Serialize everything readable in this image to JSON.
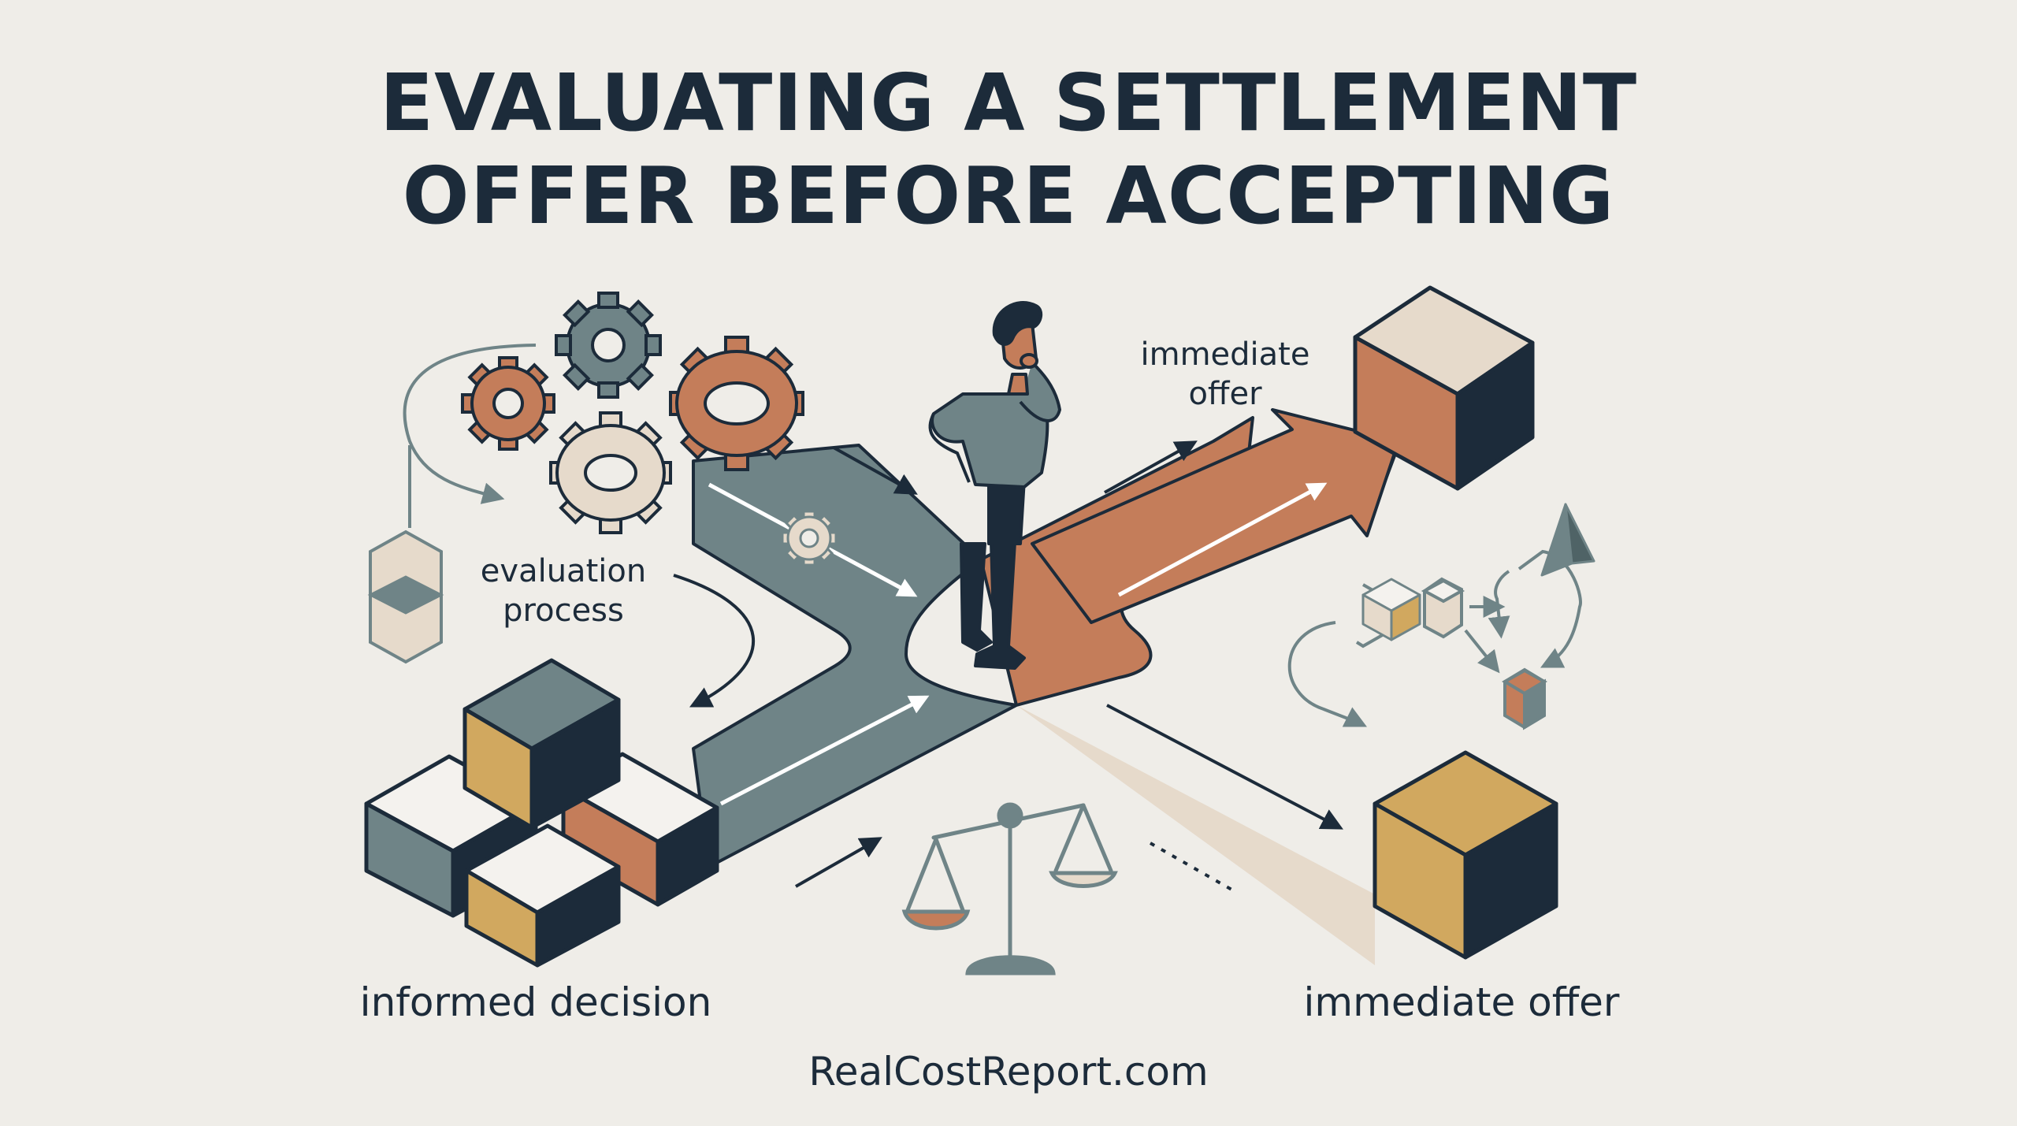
{
  "title": {
    "line1": "EVALUATING A SETTLEMENT",
    "line2": "OFFER BEFORE ACCEPTING"
  },
  "labels": {
    "top_right": {
      "line1": "immediate",
      "line2": "offer"
    },
    "left_middle": {
      "line1": "evaluation",
      "line2": "process"
    },
    "bottom_left": "informed decision",
    "bottom_right": "immediate offer"
  },
  "footer": "RealCostReport.com",
  "colors": {
    "background": "#efede8",
    "navy": "#1c2b3a",
    "slate": "#6f8487",
    "terracotta": "#c47d5a",
    "mustard": "#d1a85f",
    "sand": "#e6dacb",
    "cream": "#f4f2ee"
  },
  "icons": [
    "gear-icon",
    "balance-scale-icon",
    "person-figure",
    "cube-icon",
    "arrow-icon",
    "diamond-icon",
    "pyramid-icon"
  ]
}
